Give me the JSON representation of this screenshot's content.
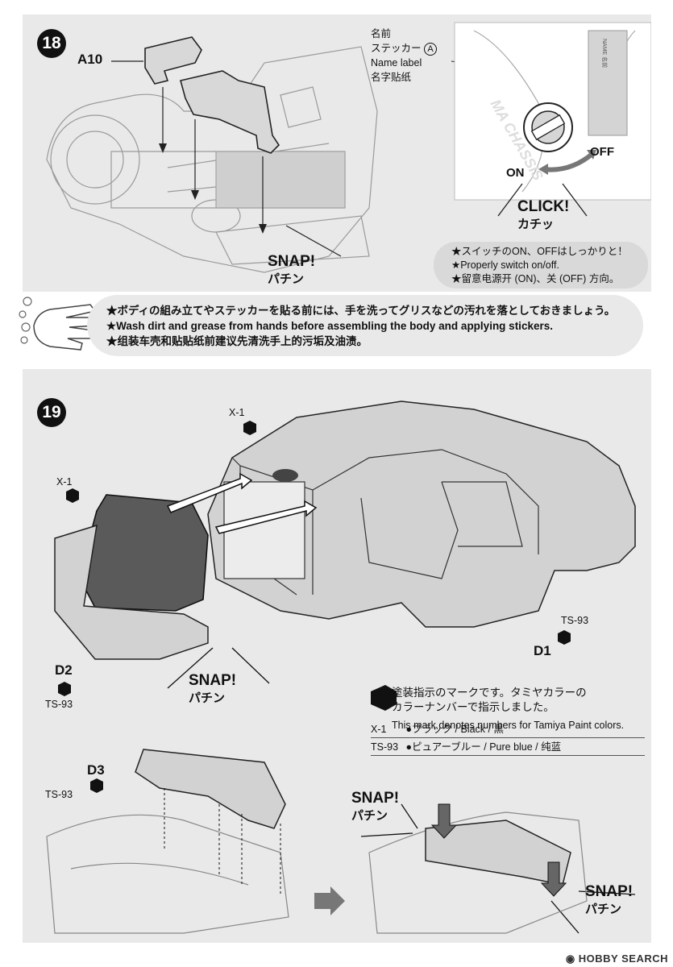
{
  "step18": {
    "number": "18",
    "part_label": "A10",
    "snap_en": "SNAP!",
    "snap_jp": "パチン",
    "sticker_callout": {
      "jp": "名前",
      "jp2": "ステッカー",
      "mark": "A",
      "en": "Name label",
      "cn": "名字贴纸"
    },
    "switch_on": "ON",
    "switch_off": "OFF",
    "chassis_text": "MA CHASSIS",
    "label_text": "NAME 名前",
    "click_en": "CLICK!",
    "click_jp": "カチッ",
    "switch_note": [
      "★スイッチのON、OFFはしっかりと！",
      "★Properly switch on/off.",
      "★留意电源开 (ON)、关 (OFF) 方向。"
    ]
  },
  "handwash_note": [
    "★ボディの組み立てやステッカーを貼る前には、手を洗ってグリスなどの汚れを落としておきましょう。",
    "★Wash dirt and grease from hands before assembling the body and applying stickers.",
    "★组装车壳和贴贴纸前建议先清洗手上的污垢及油渍。"
  ],
  "step19": {
    "number": "19",
    "paint_top": "X-1",
    "paint_rear": "X-1",
    "part_d2": "D2",
    "paint_d2": "TS-93",
    "part_d1": "D1",
    "paint_d1": "TS-93",
    "snap_en": "SNAP!",
    "snap_jp": "パチン",
    "paint_note_jp": [
      "塗装指示のマークです。タミヤカラーの",
      "カラーナンバーで指示しました。"
    ],
    "paint_note_en": "This mark denotes numbers for Tamiya Paint colors.",
    "paint_table": [
      {
        "code": "X-1",
        "name": "●ブラック / Black / 黒"
      },
      {
        "code": "TS-93",
        "name": "●ピュアーブルー / Pure blue / 纯蓝"
      }
    ],
    "part_d3": "D3",
    "paint_d3": "TS-93",
    "snap2_en": "SNAP!",
    "snap2_jp": "パチン",
    "snap3_en": "SNAP!",
    "snap3_jp": "パチン"
  },
  "watermark": "HOBBY SEARCH"
}
